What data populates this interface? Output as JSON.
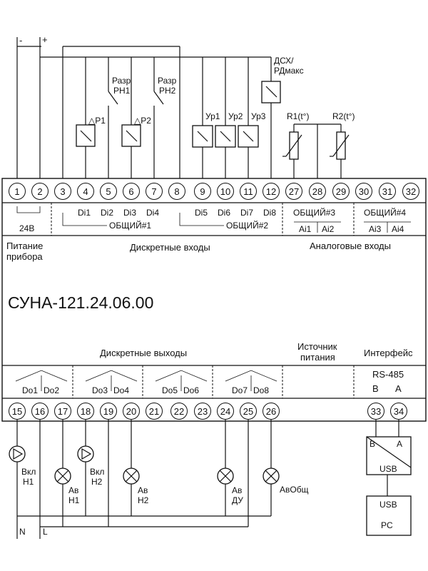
{
  "supply": {
    "minus": "-",
    "plus": "+"
  },
  "model": "СУНА-121.24.06.00",
  "section_labels": {
    "power_line1": "Питание",
    "power_line2": "прибора",
    "digital_inputs": "Дискретные входы",
    "analog_inputs": "Аналоговые входы",
    "digital_outputs": "Дискретные выходы",
    "power_source_line1": "Источник",
    "power_source_line2": "питания",
    "interface": "Интерфейс"
  },
  "top_terminals": [
    "1",
    "2",
    "3",
    "4",
    "5",
    "6",
    "7",
    "8",
    "9",
    "10",
    "11",
    "12",
    "27",
    "28",
    "29",
    "30",
    "31",
    "32"
  ],
  "top_labels": {
    "v24": "24В",
    "di": [
      "Di1",
      "Di2",
      "Di3",
      "Di4",
      "Di5",
      "Di6",
      "Di7",
      "Di8"
    ],
    "common1": "ОБЩИЙ#1",
    "common2": "ОБЩИЙ#2",
    "common3": "ОБЩИЙ#3",
    "common4": "ОБЩИЙ#4",
    "ai": [
      "Ai1",
      "Ai2",
      "Ai3",
      "Ai4"
    ]
  },
  "sensors": {
    "p1": "△P1",
    "p2": "△P2",
    "razr1_line1": "Разр",
    "razr1_line2": "РН1",
    "razr2_line1": "Разр",
    "razr2_line2": "РН2",
    "level": [
      "Ур1",
      "Ур2",
      "Ур3"
    ],
    "dsx_line1": "ДСХ/",
    "dsx_line2": "РДмакс",
    "r1": "R1(t°)",
    "r2": "R2(t°)"
  },
  "bottom_terminals": [
    "15",
    "16",
    "17",
    "18",
    "19",
    "20",
    "21",
    "22",
    "23",
    "24",
    "25",
    "26",
    "33",
    "34"
  ],
  "bottom_labels": {
    "do": [
      "Do1",
      "Do2",
      "Do3",
      "Do4",
      "Do5",
      "Do6",
      "Do7",
      "Do8"
    ],
    "rs485": "RS-485",
    "b": "B",
    "a": "A"
  },
  "loads": {
    "vkl_h1_line1": "Вкл",
    "vkl_h1_line2": "Н1",
    "av_h1_line1": "Ав",
    "av_h1_line2": "Н1",
    "vkl_h2_line1": "Вкл",
    "vkl_h2_line2": "Н2",
    "av_h2_line1": "Ав",
    "av_h2_line2": "Н2",
    "av_du_line1": "Ав",
    "av_du_line2": "ДУ",
    "av_obsch": "АвОбщ"
  },
  "converter": {
    "b": "B",
    "a": "A",
    "usb": "USB"
  },
  "pc": {
    "usb": "USB",
    "pc": "PC"
  },
  "mains": {
    "n": "N",
    "l": "L"
  }
}
